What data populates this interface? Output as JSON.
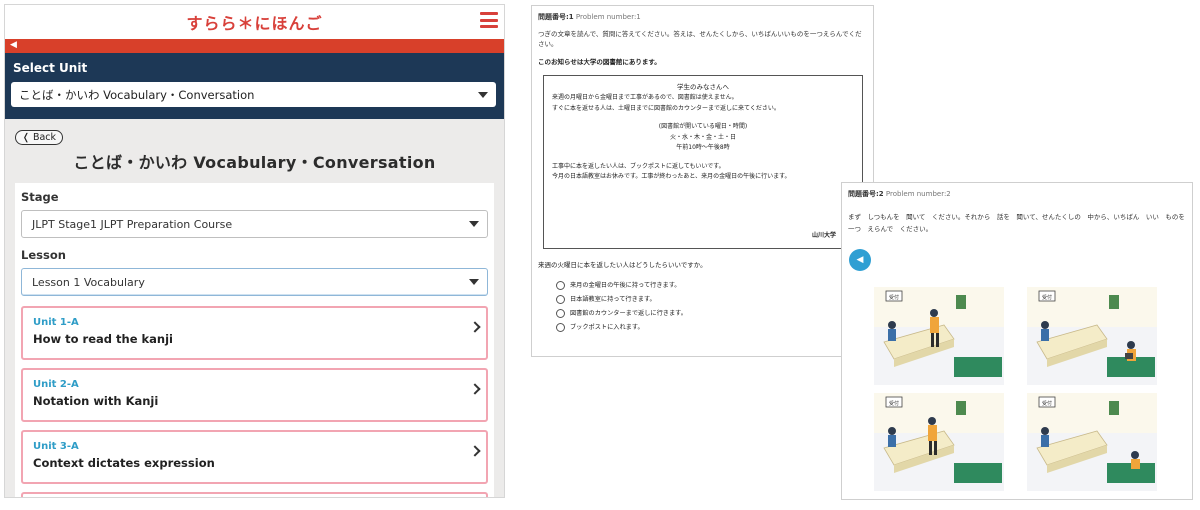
{
  "phone": {
    "brand": "すらら＊にほんご",
    "unit_label": "Select Unit",
    "unit_value": "ことば・かいわ Vocabulary・Conversation",
    "back_label": "Back",
    "page_title": "ことば・かいわ Vocabulary・Conversation",
    "stage_label": "Stage",
    "stage_value": "JLPT Stage1 JLPT Preparation Course",
    "lesson_label": "Lesson",
    "lesson_value": "Lesson 1 Vocabulary",
    "units": [
      {
        "code": "Unit 1-A",
        "title": "How to read the kanji"
      },
      {
        "code": "Unit 2-A",
        "title": "Notation with Kanji"
      },
      {
        "code": "Unit 3-A",
        "title": "Context dictates expression"
      }
    ]
  },
  "problem1": {
    "number_jp": "問題番号:1",
    "number_en": "Problem number:1",
    "instruction": "つぎの文章を読んで、質問に答えてください。答えは、せんたくしから、いちばんいいものを一つえらんでください。",
    "context": "このお知らせは大学の図書館にあります。",
    "notice_title": "学生のみなさんへ",
    "notice_line1": "来週の月曜日から金曜日まで工事があるので、図書館は使えません。",
    "notice_line2": "すぐに本を返せる人は、土曜日までに図書館のカウンターまで返しに来てください。",
    "notice_hours_title": "(図書館が開いている曜日・時間)",
    "notice_days": "火・水・木・金・土・日",
    "notice_time": "午前10時〜午後8時",
    "notice_line3": "工事中に本を返したい人は、ブックポストに返してもいいです。",
    "notice_line4": "今月の日本語教室はお休みです。工事が終わったあと、来月の金曜日の午後に行います。",
    "notice_sign": "山川大学　図",
    "question": "来週の火曜日に本を返したい人はどうしたらいいですか。",
    "options": [
      "来月の金曜日の午後に持って行きます。",
      "日本語教室に持って行きます。",
      "図書館のカウンターまで返しに行きます。",
      "ブックポストに入れます。"
    ]
  },
  "problem2": {
    "number_jp": "問題番号:2",
    "number_en": "Problem number:2",
    "instruction": "まず　しつもんを　聞いて　ください。それから　話を　聞いて、せんたくしの　中から、いちばん　いい　ものを　一つ　えらんで　ください。",
    "scene_signs": [
      "受付",
      "受付",
      "受付",
      "受付"
    ]
  }
}
